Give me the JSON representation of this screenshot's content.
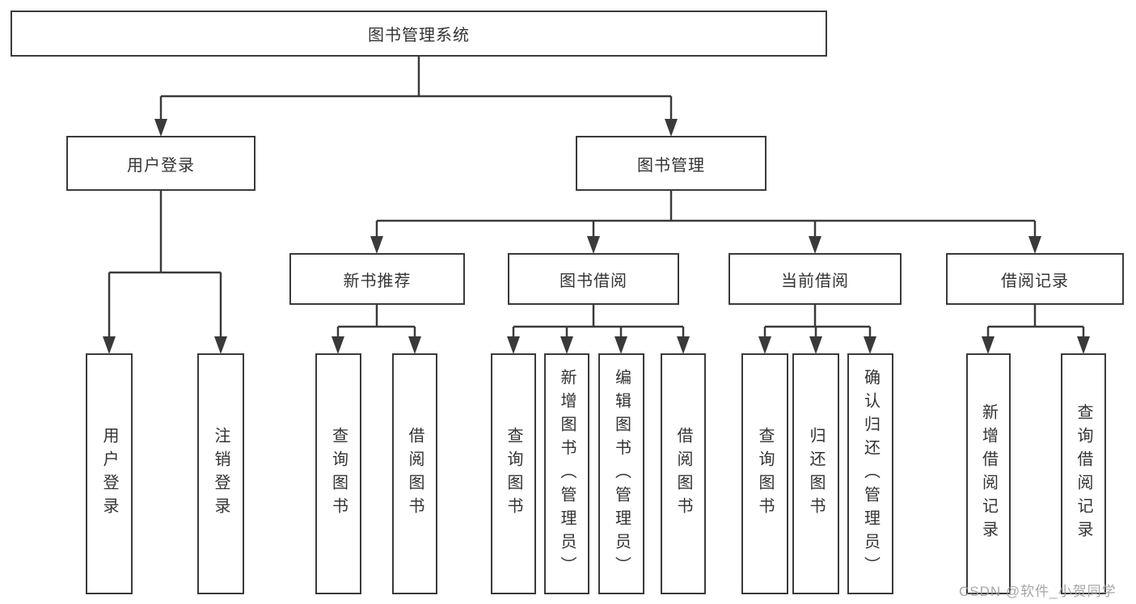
{
  "tree": {
    "label": "图书管理系统",
    "children": [
      {
        "label": "用户登录",
        "children": [
          {
            "label": "用户登录"
          },
          {
            "label": "注销登录"
          }
        ]
      },
      {
        "label": "图书管理",
        "children": [
          {
            "label": "新书推荐",
            "children": [
              {
                "label": "查询图书"
              },
              {
                "label": "借阅图书"
              }
            ]
          },
          {
            "label": "图书借阅",
            "children": [
              {
                "label": "查询图书"
              },
              {
                "label": "新增图书（管理员）"
              },
              {
                "label": "编辑图书（管理员）"
              },
              {
                "label": "借阅图书"
              }
            ]
          },
          {
            "label": "当前借阅",
            "children": [
              {
                "label": "查询图书"
              },
              {
                "label": "归还图书"
              },
              {
                "label": "确认归还（管理员）"
              }
            ]
          },
          {
            "label": "借阅记录",
            "children": [
              {
                "label": "新增借阅记录"
              },
              {
                "label": "查询借阅记录"
              }
            ]
          }
        ]
      }
    ]
  },
  "watermark": "CSDN @软件_小贺同学",
  "colors": {
    "line": "#3a3a3a",
    "text": "#333333",
    "watermark": "#9e9e9e",
    "background": "#ffffff"
  }
}
